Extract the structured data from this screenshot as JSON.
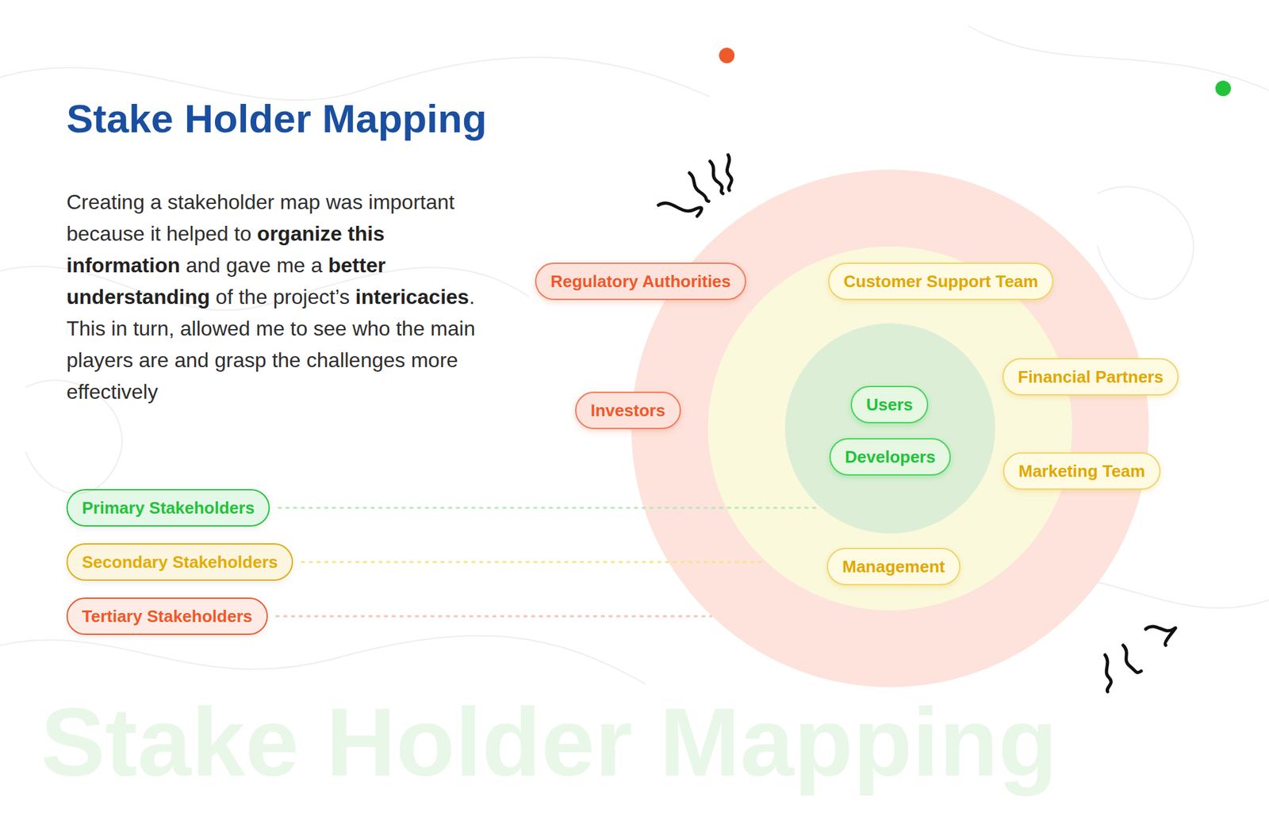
{
  "diagram": {
    "title": "Stake Holder Mapping",
    "nodes": [
      {
        "text": [
          "Regulatory Authorities"
        ]
      },
      {
        "text": [
          "Customer Support Team"
        ]
      },
      {
        "text": [
          "Financial Partners"
        ]
      },
      {
        "text": [
          "Investors"
        ]
      },
      {
        "text": [
          "Users"
        ]
      },
      {
        "text": [
          "Developers"
        ]
      },
      {
        "text": [
          "Marketing Team"
        ]
      },
      {
        "text": [
          "Management"
        ]
      }
    ],
    "labels": [
      "Creating a stakeholder  map was important because it helped to",
      "organize this information",
      "and gave me a",
      "better understanding",
      "of the project’s",
      "intericacies",
      ". This in turn, allowed me to see who the main players are and grasp the challenges more effectively",
      "Stake Holder Mapping"
    ],
    "legend": [
      {
        "text": "Primary Stakeholders",
        "color": "#22c33a"
      },
      {
        "text": "Secondary Stakeholders",
        "color": "#e3ad00"
      },
      {
        "text": "Tertiary Stakeholders",
        "color": "#f0582a"
      }
    ]
  }
}
